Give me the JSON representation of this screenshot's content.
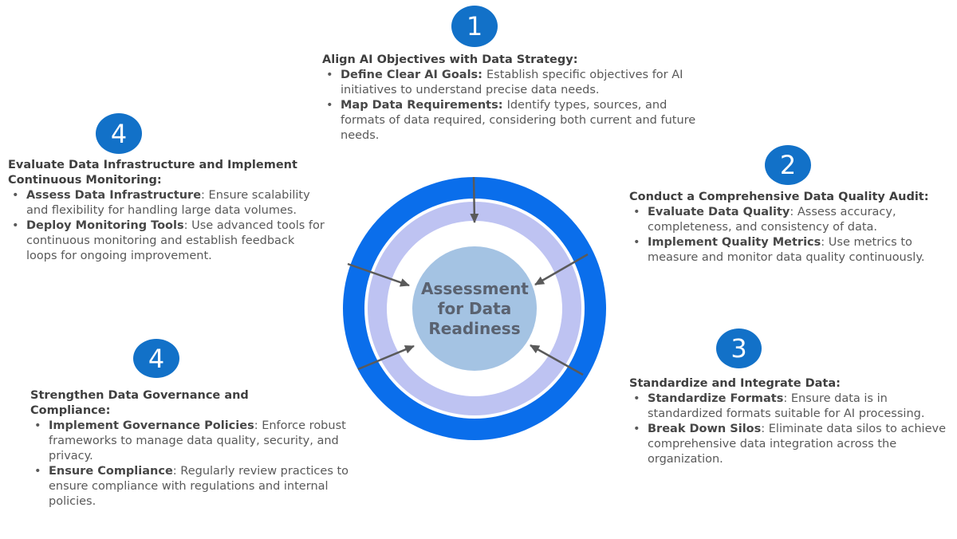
{
  "colors": {
    "badge_blue": "#1271C8",
    "ring_blue": "#0A6EEB",
    "ring_lavender": "#BEC3F2",
    "center_circle_blue": "#A4C3E3",
    "arrow_gray": "#5A5A5A",
    "heading_text": "#3F3F3F",
    "body_text": "#595959"
  },
  "icons": {
    "arrow": "inward-pointing-arrow",
    "bullet": "•"
  },
  "center": {
    "title": "Assessment for Data Readiness"
  },
  "sections": [
    {
      "number": "1",
      "heading": "Align AI Objectives with Data Strategy:",
      "bullets": [
        {
          "lead": "Define Clear AI Goals: ",
          "text": "Establish specific objectives for AI initiatives to understand precise data needs."
        },
        {
          "lead": "Map Data Requirements: ",
          "text": "Identify types, sources, and formats of data required, considering both current and future needs."
        }
      ]
    },
    {
      "number": "2",
      "heading": "Conduct a Comprehensive Data Quality Audit:",
      "bullets": [
        {
          "lead": "Evaluate Data Quality",
          "text": ": Assess accuracy, completeness, and consistency of data."
        },
        {
          "lead": "Implement Quality Metrics",
          "text": ": Use metrics to measure and monitor data quality continuously."
        }
      ]
    },
    {
      "number": "3",
      "heading": "Standardize and Integrate Data:",
      "bullets": [
        {
          "lead": "Standardize Formats",
          "text": ": Ensure data is in standardized formats suitable for AI processing."
        },
        {
          "lead": "Break Down Silos",
          "text": ": Eliminate data silos to achieve comprehensive data integration across the organization."
        }
      ]
    },
    {
      "number": "4",
      "heading": "Evaluate Data Infrastructure and Implement Continuous Monitoring:",
      "bullets": [
        {
          "lead": "Assess Data Infrastructure",
          "text": ": Ensure scalability and flexibility for handling large data volumes."
        },
        {
          "lead": "Deploy Monitoring Tools",
          "text": ": Use advanced tools for continuous monitoring and establish feedback loops for ongoing improvement."
        }
      ]
    },
    {
      "number": "4",
      "heading": "Strengthen Data Governance and Compliance:",
      "bullets": [
        {
          "lead": "Implement Governance Policies",
          "text": ": Enforce robust frameworks to manage data quality, security, and privacy."
        },
        {
          "lead": "Ensure Compliance",
          "text": ": Regularly review practices to ensure compliance with regulations and internal policies."
        }
      ]
    }
  ]
}
